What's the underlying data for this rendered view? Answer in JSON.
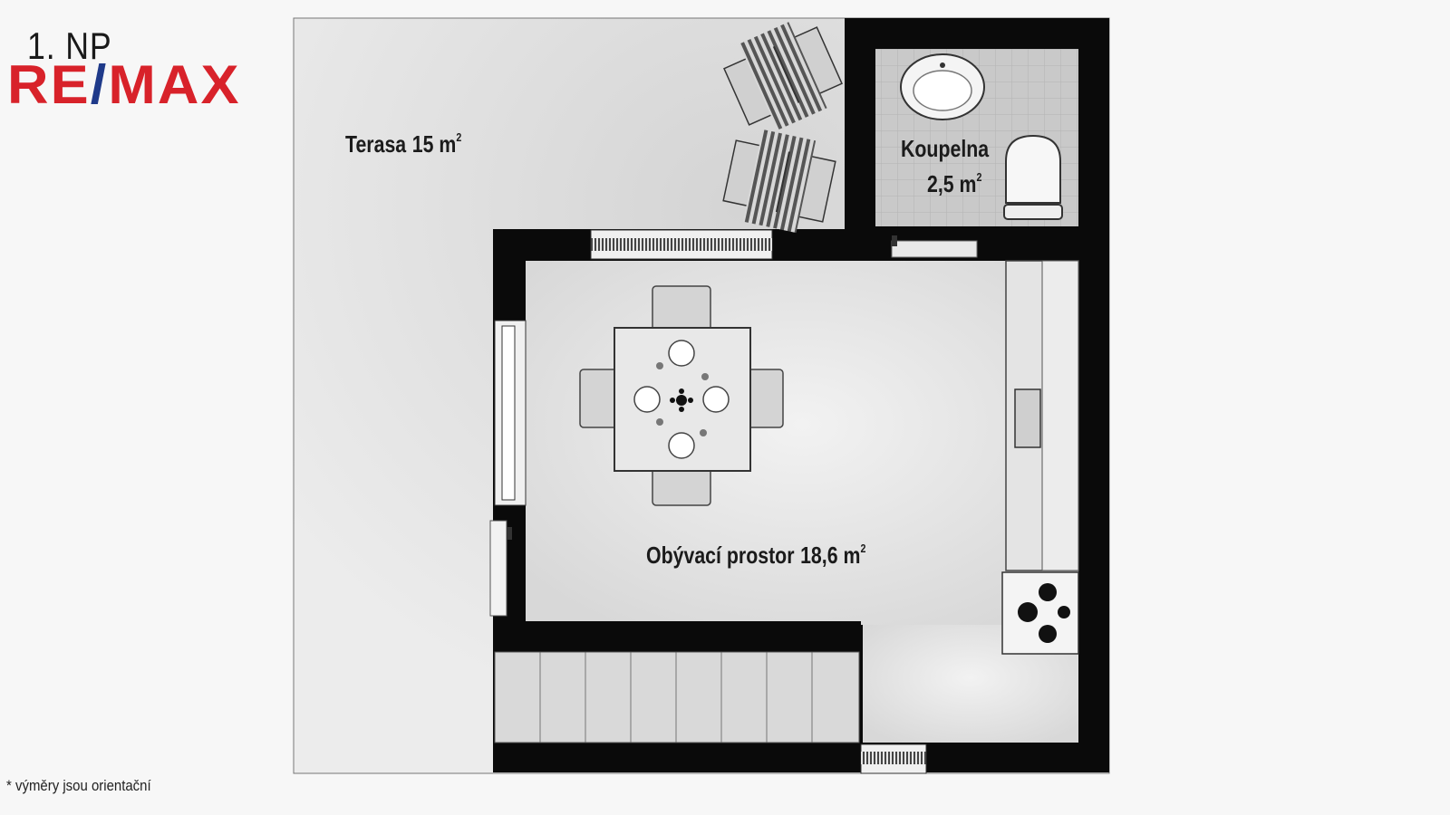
{
  "floor": {
    "label": "1. NP"
  },
  "logo": {
    "part1": "RE",
    "slash": "/",
    "part2": "MAX"
  },
  "rooms": [
    {
      "name": "Terasa",
      "area": "15 m",
      "sup": "2"
    },
    {
      "name": "Koupelna",
      "area": "2,5 m",
      "sup": "2"
    },
    {
      "name": "Obývací prostor",
      "area": "18,6 m",
      "sup": "2"
    }
  ],
  "footnote": "* výměry jsou orientační",
  "colors": {
    "brand_red": "#d8222a",
    "brand_blue": "#1f3a8a",
    "wall": "#0a0a0a"
  }
}
